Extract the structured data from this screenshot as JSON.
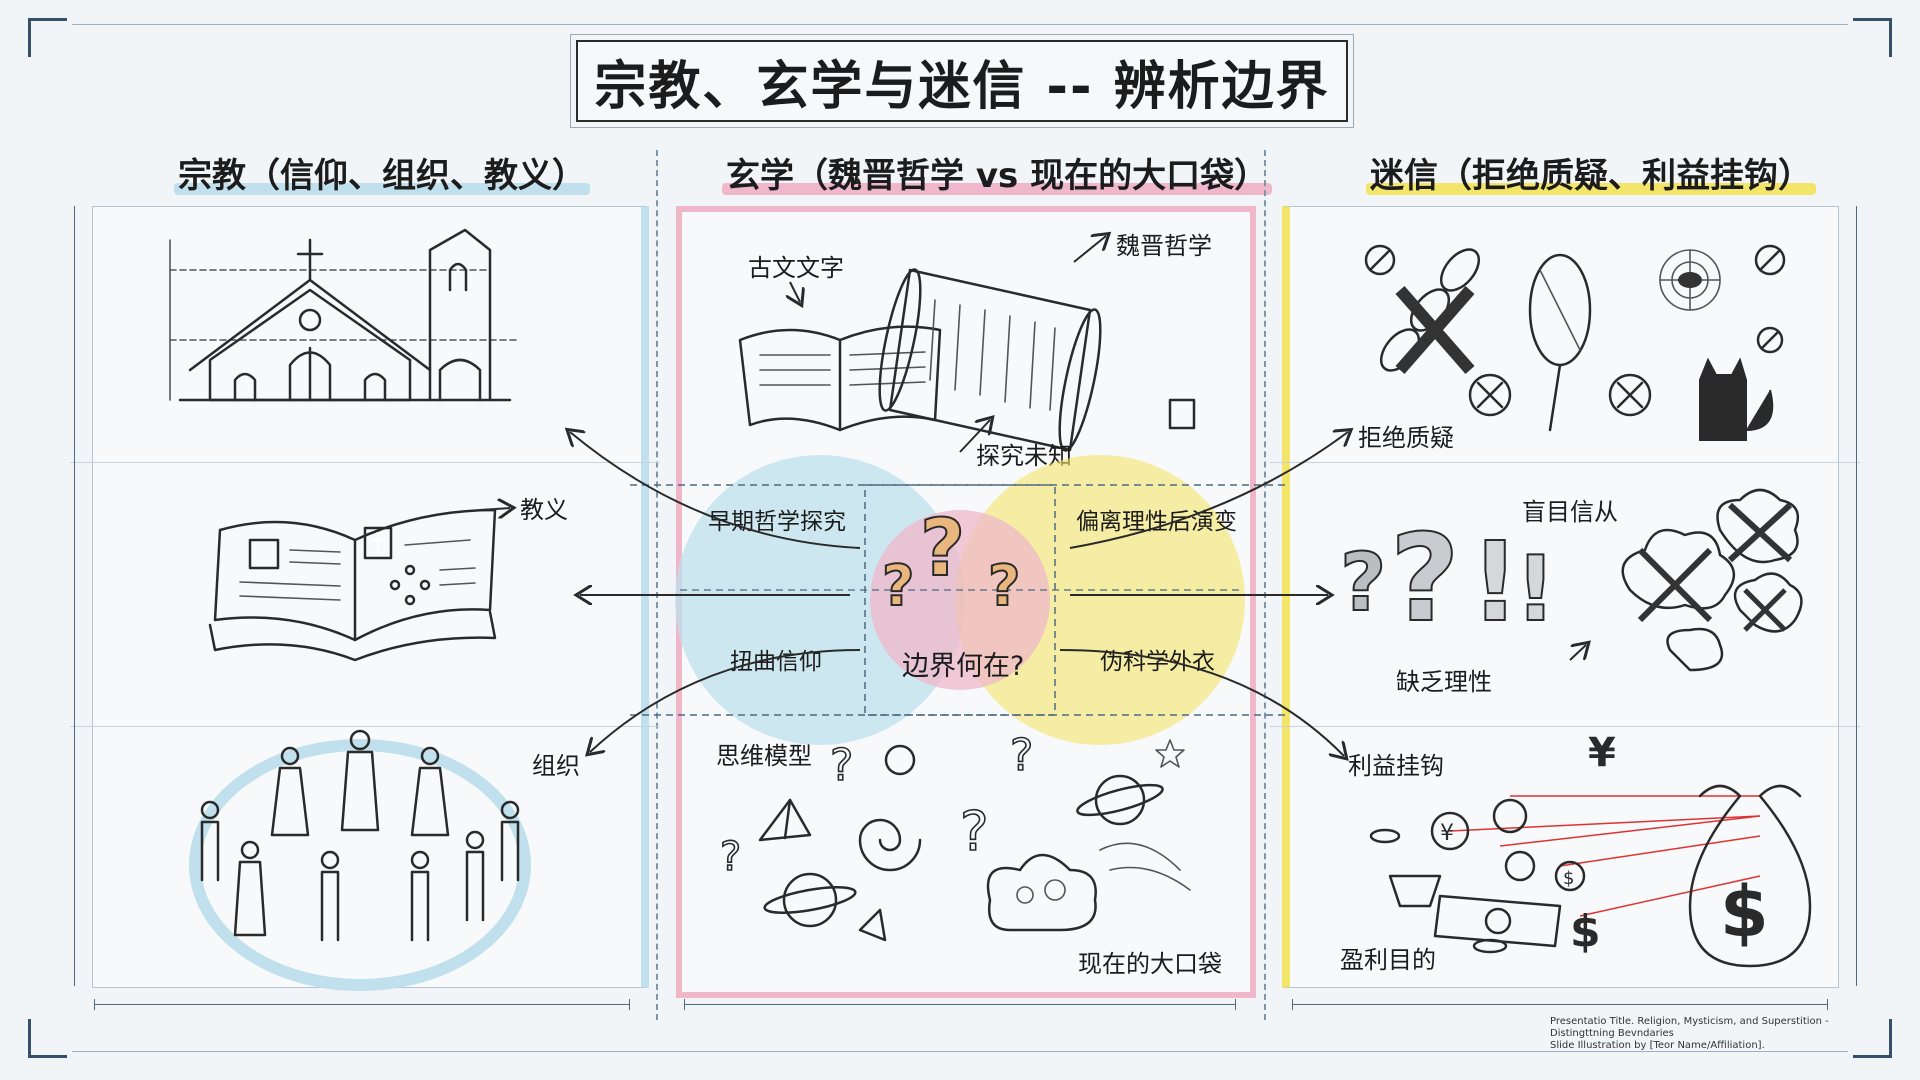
{
  "title": "宗教、玄学与迷信 -- 辨析边界",
  "columns": {
    "religion": {
      "heading": "宗教（信仰、组织、教义）",
      "labels": {
        "doctrine": "教义",
        "organization": "组织"
      }
    },
    "mysticism": {
      "heading": "玄学（魏晋哲学 vs 现在的大口袋）",
      "labels": {
        "ancient_text": "古文文字",
        "weijin": "魏晋哲学",
        "explore": "探究未知",
        "thinking_model": "思维模型",
        "grab_bag": "现在的大口袋"
      }
    },
    "superstition": {
      "heading": "迷信（拒绝质疑、利益挂钩）",
      "labels": {
        "reject_doubt": "拒绝质疑",
        "blind_follow": "盲目信从",
        "lack_reason": "缺乏理性",
        "interest_tie": "利益挂钩",
        "profit": "盈利目的"
      }
    }
  },
  "center": {
    "question": "边界何在?",
    "top_left": "早期哲学探究",
    "top_right": "偏离理性后演变",
    "bottom_left": "扭曲信仰",
    "bottom_right": "伪科学外衣"
  },
  "colors": {
    "religion": "#bfe0ec",
    "mysticism": "#efb7c9",
    "superstition": "#f3e56a"
  },
  "footer": {
    "line1": "Presentatio Title. Religion, Mysticism, and Superstition -",
    "line2": "Distingttning Bevndaries",
    "line3": "Slide Illustration by [Teor Name/Affiliation]."
  }
}
